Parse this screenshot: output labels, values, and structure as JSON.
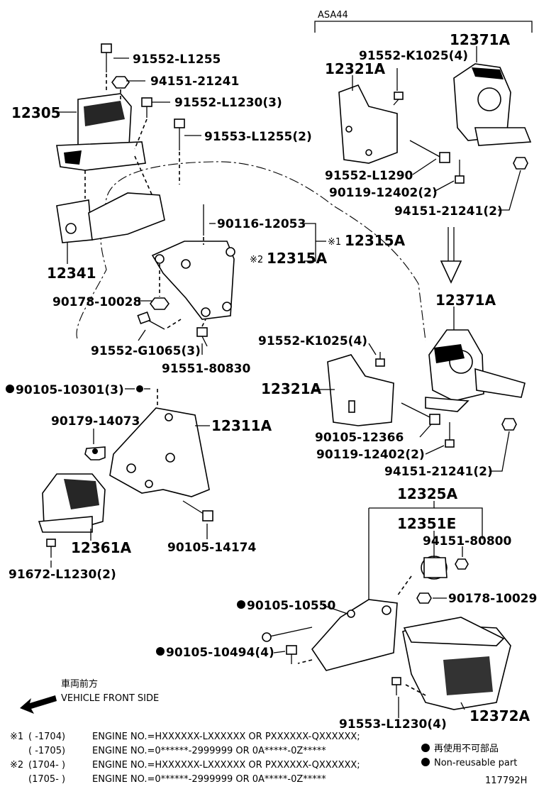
{
  "variant_label": "ASA44",
  "parts": {
    "p12305": "12305",
    "p91552_L1255": "91552-L1255",
    "p94151_21241": "94151-21241",
    "p91552_L1230": "91552-L1230(3)",
    "p91553_L1255": "91553-L1255(2)",
    "p12341": "12341",
    "p90116_12053": "90116-12053",
    "p12315A_group": "12315A",
    "mark1": "※1",
    "mark2": "※2",
    "p12315A": "12315A",
    "p90178_10028": "90178-10028",
    "p91552_G1065": "91552-G1065(3)",
    "p91551_80830": "91551-80830",
    "p90105_10301": "90105-10301(3)",
    "p90179_14073": "90179-14073",
    "p12311A": "12311A",
    "p12361A": "12361A",
    "p90105_14174": "90105-14174",
    "p91672_L1230": "91672-L1230(2)",
    "top_12321A": "12321A",
    "top_91552_K1025": "91552-K1025(4)",
    "top_12371A": "12371A",
    "top_91552_L1290": "91552-L1290",
    "top_90119_12402": "90119-12402(2)",
    "top_94151_21241": "94151-21241(2)",
    "mid_12371A": "12371A",
    "mid_91552_K1025": "91552-K1025(4)",
    "mid_12321A": "12321A",
    "mid_90105_12366": "90105-12366",
    "mid_90119_12402": "90119-12402(2)",
    "mid_94151_21241": "94151-21241(2)",
    "p12325A": "12325A",
    "p12351E": "12351E",
    "p94151_80800": "94151-80800",
    "p90178_10029": "90178-10029",
    "p90105_10550": "90105-10550",
    "p90105_10494": "90105-10494(4)",
    "p91553_L1230": "91553-L1230(4)",
    "p12372A": "12372A"
  },
  "front": {
    "jp": "車両前方",
    "en": "VEHICLE FRONT SIDE"
  },
  "notes": {
    "n1_mark": "※1",
    "n1a_range": "(      -1704)",
    "n1a_text": "ENGINE NO.=HXXXXXX-LXXXXXX OR PXXXXXX-QXXXXXX;",
    "n1b_range": "(      -1705)",
    "n1b_text": "ENGINE NO.=0******-2999999 OR 0A*****-0Z*****",
    "n2_mark": "※2",
    "n2a_range": "(1704-      )",
    "n2a_text": "ENGINE NO.=HXXXXXX-LXXXXXX OR PXXXXXX-QXXXXXX;",
    "n2b_range": "(1705-      )",
    "n2b_text": "ENGINE NO.=0******-2999999 OR 0A*****-0Z*****"
  },
  "legend": {
    "jp": "再使用不可部品",
    "en": "Non-reusable part"
  },
  "figure_id": "117792H"
}
